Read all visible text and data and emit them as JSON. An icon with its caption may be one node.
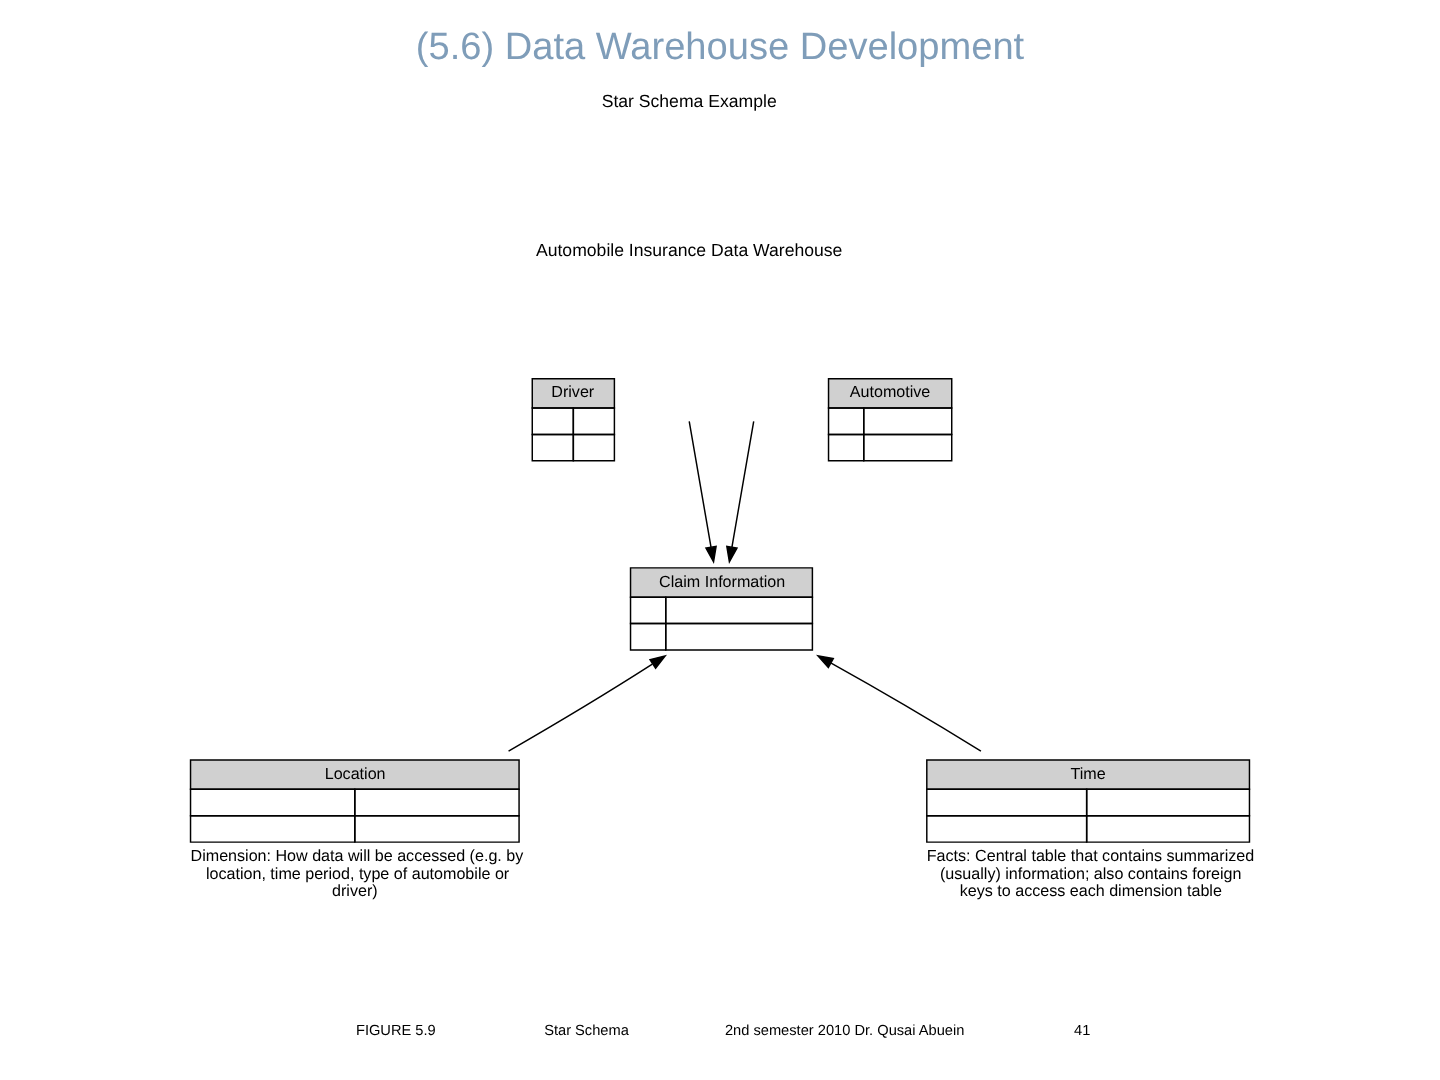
{
  "diagram": {
    "title": "(5.6) Data Warehouse Development",
    "nodes": [
      {
        "text": [
          "Driver"
        ]
      },
      {
        "text": [
          "Automotive"
        ]
      },
      {
        "text": [
          "Claim Information"
        ]
      },
      {
        "text": [
          "Location"
        ],
        "beside": [
          "Dimension: How data will be accessed (e.g. by location, time period, type of automobile or driver)"
        ]
      },
      {
        "text": [
          "Time"
        ],
        "beside": [
          "Facts: Central table that contains summarized (usually) information; also contains foreign keys to access each dimension table"
        ]
      }
    ],
    "edges": [
      {
        "from": null,
        "to": 2,
        "arrow": "to"
      },
      {
        "from": null,
        "to": 2,
        "arrow": "to"
      },
      {
        "from": 3,
        "to": 2,
        "arrow": "to"
      },
      {
        "from": 4,
        "to": 2,
        "arrow": "to"
      }
    ],
    "labels": [
      "Star Schema Example",
      "Automobile Insurance Data Warehouse",
      "FIGURE 5.9",
      "Star Schema",
      "2nd semester 2010 Dr. Qusai Abuein",
      "41"
    ]
  }
}
